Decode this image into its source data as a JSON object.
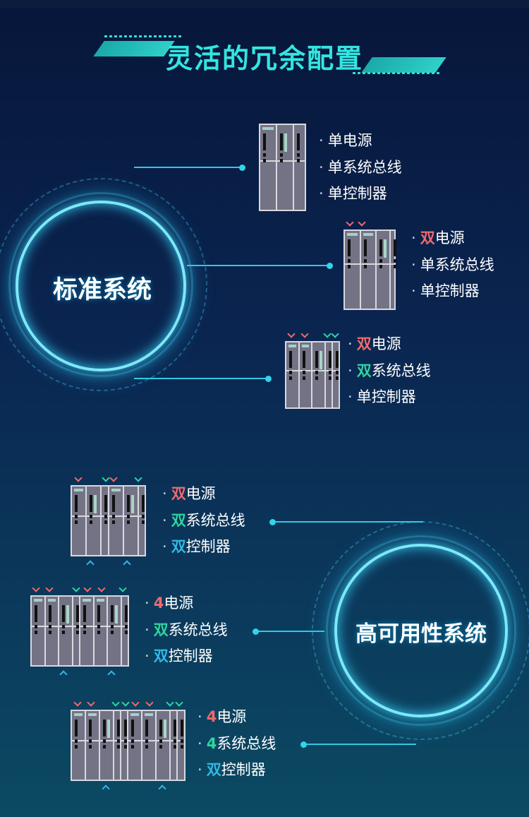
{
  "title": "灵活的冗余配置",
  "colors": {
    "red": "#f06a6e",
    "green": "#2ed6a0",
    "blue": "#32b8e6",
    "white": "#ffffff"
  },
  "standard": {
    "label": "标准系统",
    "configs": [
      {
        "items": [
          {
            "prefix": "单",
            "rest": "电源",
            "color": "white"
          },
          {
            "prefix": "单",
            "rest": "系统总线",
            "color": "white"
          },
          {
            "prefix": "单",
            "rest": "控制器",
            "color": "white"
          }
        ]
      },
      {
        "items": [
          {
            "prefix": "双",
            "rest": "电源",
            "color": "red"
          },
          {
            "prefix": "单",
            "rest": "系统总线",
            "color": "white"
          },
          {
            "prefix": "单",
            "rest": "控制器",
            "color": "white"
          }
        ]
      },
      {
        "items": [
          {
            "prefix": "双",
            "rest": "电源",
            "color": "red"
          },
          {
            "prefix": "双",
            "rest": "系统总线",
            "color": "green"
          },
          {
            "prefix": "单",
            "rest": "控制器",
            "color": "white"
          }
        ]
      }
    ]
  },
  "high_availability": {
    "label": "高可用性系统",
    "configs": [
      {
        "items": [
          {
            "prefix": "双",
            "rest": "电源",
            "color": "red"
          },
          {
            "prefix": "双",
            "rest": "系统总线",
            "color": "green"
          },
          {
            "prefix": "双",
            "rest": "控制器",
            "color": "blue"
          }
        ]
      },
      {
        "items": [
          {
            "prefix": "4",
            "rest": "电源",
            "color": "red"
          },
          {
            "prefix": "双",
            "rest": "系统总线",
            "color": "green"
          },
          {
            "prefix": "双",
            "rest": "控制器",
            "color": "blue"
          }
        ]
      },
      {
        "items": [
          {
            "prefix": "4",
            "rest": "电源",
            "color": "red"
          },
          {
            "prefix": "4",
            "rest": "系统总线",
            "color": "green"
          },
          {
            "prefix": "双",
            "rest": "控制器",
            "color": "blue"
          }
        ]
      }
    ]
  },
  "bullet": "·"
}
